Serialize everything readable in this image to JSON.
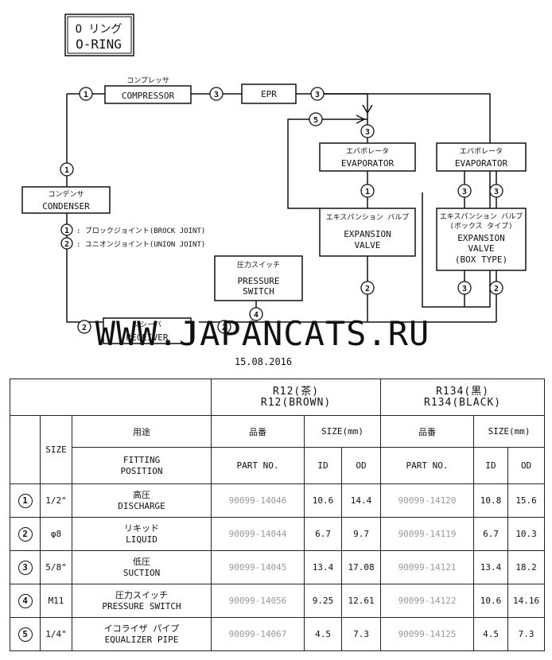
{
  "title": {
    "jp": "O リング",
    "en": "O-RING"
  },
  "components": {
    "compressor": {
      "jp": "コンプレッサ",
      "en": "COMPRESSOR"
    },
    "epr": {
      "en": "EPR"
    },
    "evaporator1": {
      "jp": "エバポレータ",
      "en": "EVAPORATOR"
    },
    "evaporator2": {
      "jp": "エバポレータ",
      "en": "EVAPORATOR"
    },
    "condenser": {
      "jp": "コンデンサ",
      "en": "CONDENSER"
    },
    "expansion1": {
      "jp": "エキスパンション バルブ",
      "en1": "EXPANSION",
      "en2": "VALVE"
    },
    "expansion2": {
      "jp1": "エキスパンション バルブ",
      "jp2": "(ボックス タイプ)",
      "en1": "EXPANSION",
      "en2": "VALVE",
      "en3": "(BOX TYPE)"
    },
    "pressure_switch": {
      "jp": "圧力スイッチ",
      "en1": "PRESSURE",
      "en2": "SWITCH"
    },
    "receiver": {
      "jp": "レシーバ",
      "en": "RECEIVER"
    }
  },
  "legend": [
    {
      "num": "1",
      "text": ": ブロックジョイント(BROCK JOINT)"
    },
    {
      "num": "2",
      "text": ": ユニオンジョイント(UNION JOINT)"
    }
  ],
  "markers": {
    "n1": "1",
    "n2": "2",
    "n3": "3",
    "n4": "4",
    "n5": "5"
  },
  "watermark": {
    "text": "WWW.JAPANCATS.RU",
    "date": "15.08.2016"
  },
  "table": {
    "r12_jp": "R12(茶)",
    "r12_en": "R12(BROWN)",
    "r134_jp": "R134(黒)",
    "r134_en": "R134(BLACK)",
    "size": "SIZE",
    "fitting_jp": "用途",
    "fitting_en1": "FITTING",
    "fitting_en2": "POSITION",
    "part_jp": "品番",
    "part_en": "PART NO.",
    "size_mm": "SIZE(mm)",
    "id": "ID",
    "od": "OD",
    "rows": [
      {
        "num": "1",
        "size": "1/2\"",
        "jp": "高圧",
        "en": "DISCHARGE",
        "r12_part": "90099-14046",
        "r12_id": "10.6",
        "r12_od": "14.4",
        "r134_part": "90099-14120",
        "r134_id": "10.8",
        "r134_od": "15.6"
      },
      {
        "num": "2",
        "size": "φ8",
        "jp": "リキッド",
        "en": "LIQUID",
        "r12_part": "90099-14044",
        "r12_id": "6.7",
        "r12_od": "9.7",
        "r134_part": "90099-14119",
        "r134_id": "6.7",
        "r134_od": "10.3"
      },
      {
        "num": "3",
        "size": "5/8\"",
        "jp": "低圧",
        "en": "SUCTION",
        "r12_part": "90099-14045",
        "r12_id": "13.4",
        "r12_od": "17.08",
        "r134_part": "90099-14121",
        "r134_id": "13.4",
        "r134_od": "18.2"
      },
      {
        "num": "4",
        "size": "M11",
        "jp": "圧力スイッチ",
        "en": "PRESSURE SWITCH",
        "r12_part": "90099-14056",
        "r12_id": "9.25",
        "r12_od": "12.61",
        "r134_part": "90099-14122",
        "r134_id": "10.6",
        "r134_od": "14.16"
      },
      {
        "num": "5",
        "size": "1/4\"",
        "jp": "イコライザ パイプ",
        "en": "EQUALIZER PIPE",
        "r12_part": "90099-14067",
        "r12_id": "4.5",
        "r12_od": "7.3",
        "r134_part": "90099-14125",
        "r134_id": "4.5",
        "r134_od": "7.3"
      }
    ]
  }
}
